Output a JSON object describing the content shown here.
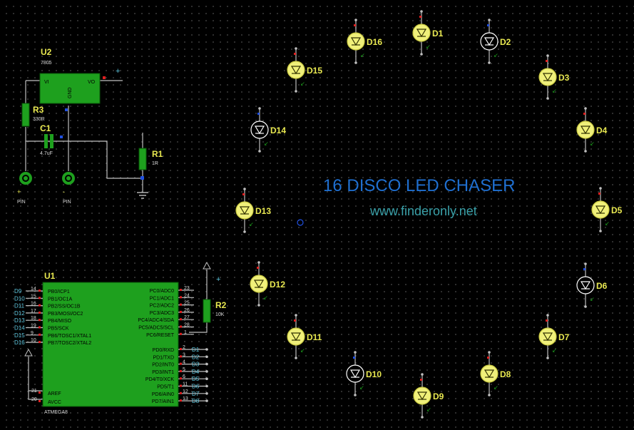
{
  "title": "16 DISCO LED CHASER",
  "website": "www.finderonly.net",
  "colors": {
    "background": "#000000",
    "grid_dot": "#3a3a3a",
    "wire": "#bfbfbf",
    "body": "#1ea01e",
    "label": "#e8e850",
    "title": "#1f6fd0",
    "website": "#3aa0a8",
    "bus": "#5ec8e0",
    "led_on": "#f0f07a",
    "led_off": "#ffffff"
  },
  "regulator": {
    "ref": "U2",
    "part": "7805",
    "vi": "VI",
    "vo": "VO",
    "gnd": "GND"
  },
  "r3": {
    "ref": "R3",
    "value": "330R"
  },
  "c1": {
    "ref": "C1",
    "value": "4.7uF"
  },
  "r1": {
    "ref": "R1",
    "value": "1R"
  },
  "r2": {
    "ref": "R2",
    "value": "10K"
  },
  "pin_plus": {
    "sign": "+",
    "label": "PIN"
  },
  "pin_minus": {
    "sign": "-",
    "label": "PIN"
  },
  "power_plus": "+",
  "mcu": {
    "ref": "U1",
    "part": "ATMEGA8",
    "left_pins": [
      "PB0/ICP1",
      "PB1/OC1A",
      "PB2/SS/OC1B",
      "PB3/MOSI/OC2",
      "PB4/MISO",
      "PB5/SCK",
      "PB6/TOSC1/XTAL1",
      "PB7/TOSC2/XTAL2"
    ],
    "left_nums": [
      "14",
      "15",
      "16",
      "17",
      "18",
      "19",
      "9",
      "10"
    ],
    "left_bus": [
      "D9",
      "D10",
      "D11",
      "D12",
      "D13",
      "D14",
      "D15",
      "D16"
    ],
    "bottom_left_pins": [
      "AREF",
      "AVCC"
    ],
    "bottom_left_nums": [
      "21",
      "20"
    ],
    "right_pins_c": [
      "PC0/ADC0",
      "PC1/ADC1",
      "PC2/ADC2",
      "PC3/ADC3",
      "PC4/ADC4/SDA",
      "PC5/ADC5/SCL",
      "PC6/RESET"
    ],
    "right_nums_c": [
      "23",
      "24",
      "25",
      "26",
      "27",
      "28",
      "1"
    ],
    "right_pins_d": [
      "PD0/RXD",
      "PD1/TXD",
      "PD2/INT0",
      "PD3/INT1",
      "PD4/T0/XCK",
      "PD5/T1",
      "PD6/AIN0",
      "PD7/AIN1"
    ],
    "right_nums_d": [
      "2",
      "3",
      "4",
      "5",
      "6",
      "11",
      "12",
      "13"
    ],
    "right_bus": [
      "D1",
      "D2",
      "D3",
      "D4",
      "D5",
      "D6",
      "D7",
      "D8"
    ]
  },
  "leds": [
    {
      "ref": "D1",
      "lit": true
    },
    {
      "ref": "D2",
      "lit": false
    },
    {
      "ref": "D3",
      "lit": true
    },
    {
      "ref": "D4",
      "lit": true
    },
    {
      "ref": "D5",
      "lit": true
    },
    {
      "ref": "D6",
      "lit": false
    },
    {
      "ref": "D7",
      "lit": true
    },
    {
      "ref": "D8",
      "lit": true
    },
    {
      "ref": "D9",
      "lit": true
    },
    {
      "ref": "D10",
      "lit": false
    },
    {
      "ref": "D11",
      "lit": true
    },
    {
      "ref": "D12",
      "lit": true
    },
    {
      "ref": "D13",
      "lit": true
    },
    {
      "ref": "D14",
      "lit": false
    },
    {
      "ref": "D15",
      "lit": true
    },
    {
      "ref": "D16",
      "lit": true
    }
  ]
}
